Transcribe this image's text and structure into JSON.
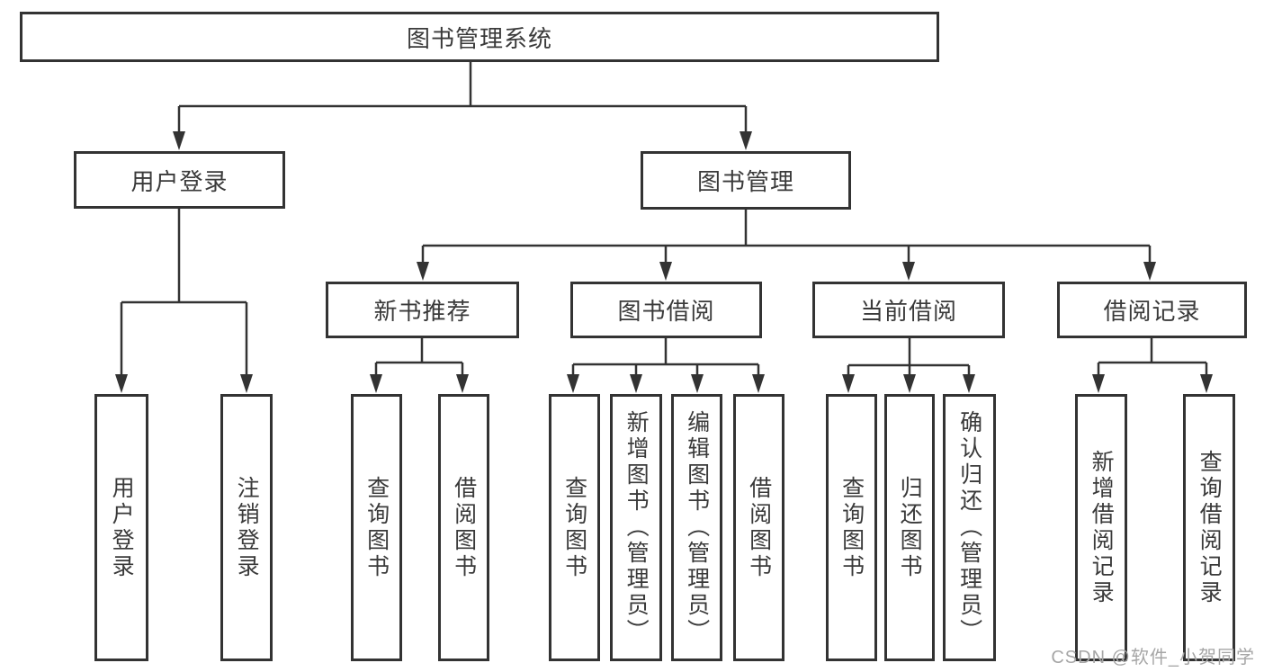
{
  "tree": {
    "label": "图书管理系统",
    "children": [
      {
        "label": "用户登录",
        "children": [
          {
            "label": "用户登录"
          },
          {
            "label": "注销登录"
          }
        ]
      },
      {
        "label": "图书管理",
        "children": [
          {
            "label": "新书推荐",
            "children": [
              {
                "label": "查询图书"
              },
              {
                "label": "借阅图书"
              }
            ]
          },
          {
            "label": "图书借阅",
            "children": [
              {
                "label": "查询图书"
              },
              {
                "label": "新增图书（管理员）"
              },
              {
                "label": "编辑图书（管理员）"
              },
              {
                "label": "借阅图书"
              }
            ]
          },
          {
            "label": "当前借阅",
            "children": [
              {
                "label": "查询图书"
              },
              {
                "label": "归还图书"
              },
              {
                "label": "确认归还（管理员）"
              }
            ]
          },
          {
            "label": "借阅记录",
            "children": [
              {
                "label": "新增借阅记录"
              },
              {
                "label": "查询借阅记录"
              }
            ]
          }
        ]
      }
    ]
  },
  "watermark": "CSDN @软件_小贺同学",
  "colors": {
    "line": "#333333",
    "text": "#3a3a3a",
    "box_background": "#ffffff",
    "watermark": "#a6a6a6",
    "background": "#ffffff"
  }
}
